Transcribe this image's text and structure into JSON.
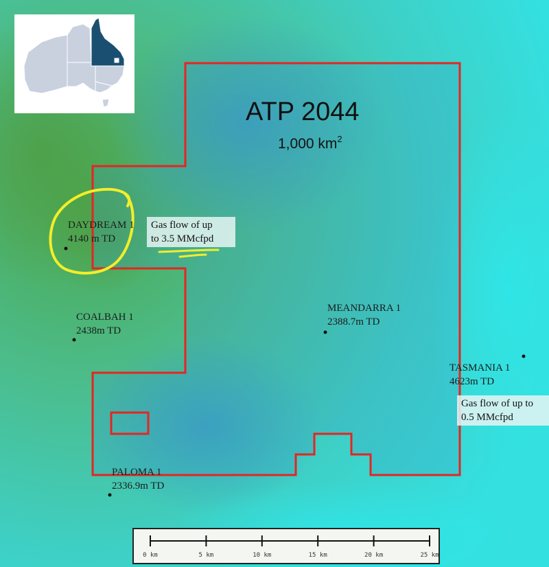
{
  "block": {
    "name": "ATP 2044",
    "area_value": "1,000 km",
    "area_superscript": "2"
  },
  "wells": [
    {
      "name": "DAYDREAM 1",
      "depth_value": "4140",
      "depth_unit": "m TD"
    },
    {
      "name": "COALBAH 1",
      "depth_value": "2438",
      "depth_unit": "m TD"
    },
    {
      "name": "MEANDARRA 1",
      "depth_value": "2388.7",
      "depth_unit": "m TD"
    },
    {
      "name": "TASMANIA 1",
      "depth_value": "4623",
      "depth_unit": "m TD"
    },
    {
      "name": "PALOMA 1",
      "depth_value": "2336.9",
      "depth_unit": "m TD"
    }
  ],
  "callouts": [
    {
      "line1": "Gas flow of up",
      "line2": "to 3.5 MMcfpd"
    },
    {
      "line1": "Gas flow of up to",
      "line2": "0.5 MMcfpd"
    }
  ],
  "scale_bar": {
    "ticks": [
      "0 km",
      "5 km",
      "10 km",
      "15 km",
      "20 km",
      "25 km"
    ]
  },
  "colors": {
    "boundary": "#e52521",
    "highlight_circle": "#f2ee2a",
    "inset_highlight": "#1a4f72",
    "inset_land": "#c9d1df"
  }
}
